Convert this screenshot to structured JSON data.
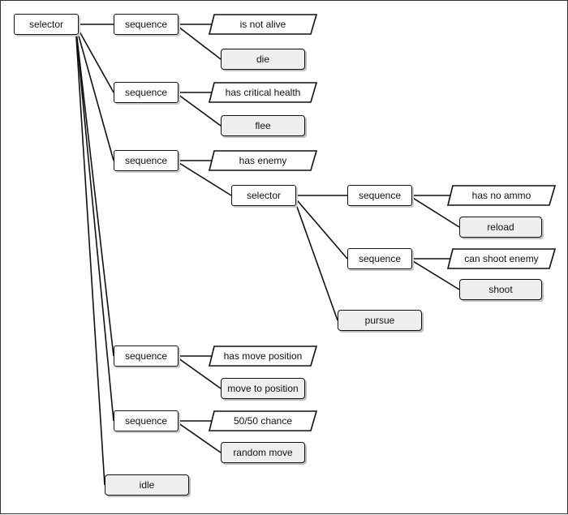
{
  "diagram": {
    "nodes": [
      {
        "id": "root",
        "kind": "composite",
        "label": "selector"
      },
      {
        "id": "seq1",
        "kind": "composite",
        "label": "sequence"
      },
      {
        "id": "cond1",
        "kind": "condition",
        "label": "is not alive"
      },
      {
        "id": "act1",
        "kind": "action",
        "label": "die"
      },
      {
        "id": "seq2",
        "kind": "composite",
        "label": "sequence"
      },
      {
        "id": "cond2",
        "kind": "condition",
        "label": "has critical health"
      },
      {
        "id": "act2",
        "kind": "action",
        "label": "flee"
      },
      {
        "id": "seq3",
        "kind": "composite",
        "label": "sequence"
      },
      {
        "id": "cond3",
        "kind": "condition",
        "label": "has enemy"
      },
      {
        "id": "sel2",
        "kind": "composite",
        "label": "selector"
      },
      {
        "id": "seq31",
        "kind": "composite",
        "label": "sequence"
      },
      {
        "id": "cond31",
        "kind": "condition",
        "label": "has no ammo"
      },
      {
        "id": "act31",
        "kind": "action",
        "label": "reload"
      },
      {
        "id": "seq32",
        "kind": "composite",
        "label": "sequence"
      },
      {
        "id": "cond32",
        "kind": "condition",
        "label": "can shoot enemy"
      },
      {
        "id": "act32",
        "kind": "action",
        "label": "shoot"
      },
      {
        "id": "act33",
        "kind": "action",
        "label": "pursue"
      },
      {
        "id": "seq4",
        "kind": "composite",
        "label": "sequence"
      },
      {
        "id": "cond4",
        "kind": "condition",
        "label": "has move position"
      },
      {
        "id": "act4",
        "kind": "action",
        "label": "move to position"
      },
      {
        "id": "seq5",
        "kind": "composite",
        "label": "sequence"
      },
      {
        "id": "cond5",
        "kind": "condition",
        "label": "50/50 chance"
      },
      {
        "id": "act5",
        "kind": "action",
        "label": "random move"
      },
      {
        "id": "act6",
        "kind": "action",
        "label": "idle"
      }
    ],
    "edges": [
      {
        "from": "root",
        "to": "seq1"
      },
      {
        "from": "root",
        "to": "seq2"
      },
      {
        "from": "root",
        "to": "seq3"
      },
      {
        "from": "root",
        "to": "seq4"
      },
      {
        "from": "root",
        "to": "seq5"
      },
      {
        "from": "root",
        "to": "act6"
      },
      {
        "from": "seq1",
        "to": "cond1"
      },
      {
        "from": "seq1",
        "to": "act1"
      },
      {
        "from": "seq2",
        "to": "cond2"
      },
      {
        "from": "seq2",
        "to": "act2"
      },
      {
        "from": "seq3",
        "to": "cond3"
      },
      {
        "from": "seq3",
        "to": "sel2"
      },
      {
        "from": "sel2",
        "to": "seq31"
      },
      {
        "from": "sel2",
        "to": "seq32"
      },
      {
        "from": "sel2",
        "to": "act33"
      },
      {
        "from": "seq31",
        "to": "cond31"
      },
      {
        "from": "seq31",
        "to": "act31"
      },
      {
        "from": "seq32",
        "to": "cond32"
      },
      {
        "from": "seq32",
        "to": "act32"
      },
      {
        "from": "seq4",
        "to": "cond4"
      },
      {
        "from": "seq4",
        "to": "act4"
      },
      {
        "from": "seq5",
        "to": "cond5"
      },
      {
        "from": "seq5",
        "to": "act5"
      }
    ]
  }
}
